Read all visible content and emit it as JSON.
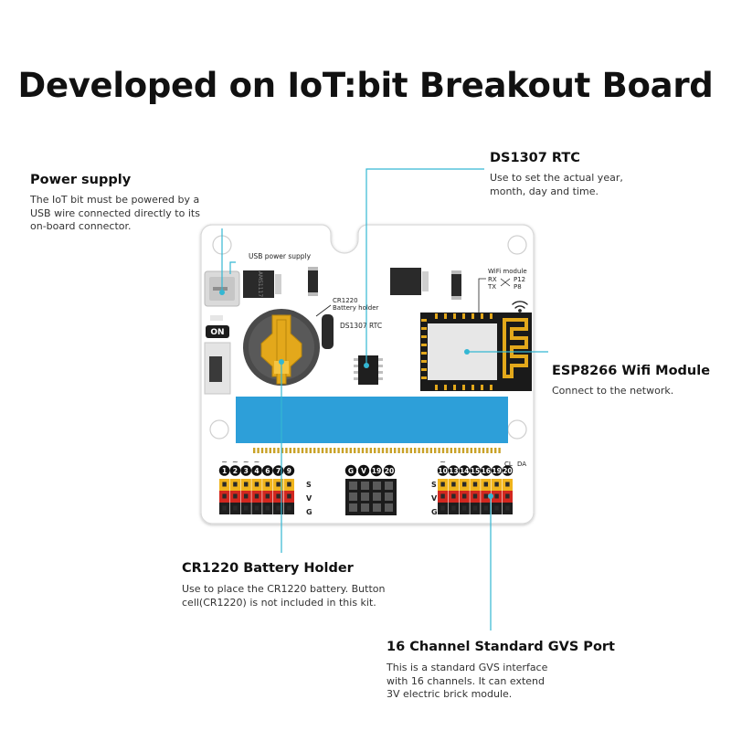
{
  "title": "Developed on IoT:bit Breakout Board",
  "callouts": {
    "power": {
      "heading": "Power supply",
      "desc": [
        "The IoT bit must be powered by a",
        "USB wire connected directly to its",
        "on-board connector."
      ]
    },
    "rtc": {
      "heading": "DS1307 RTC",
      "desc": [
        "Use to set the actual year,",
        "month, day and time."
      ]
    },
    "wifi": {
      "heading": "ESP8266 Wifi Module",
      "desc": [
        "Connect to the network."
      ]
    },
    "battery": {
      "heading": "CR1220 Battery Holder",
      "desc": [
        "Use to place the CR1220 battery. Button",
        "cell(CR1220) is not included in this kit."
      ]
    },
    "gvs": {
      "heading": "16 Channel Standard GVS Port",
      "desc": [
        "This is a standard GVS interface",
        "with 16 channels. It can extend",
        "3V electric brick module."
      ]
    }
  },
  "board": {
    "usb_label": "USB power supply",
    "cr1220_label": [
      "CR1220",
      "Battery holder"
    ],
    "ds1307_label": "DS1307 RTC",
    "on_label": "ON",
    "wifi_module_label": "WiFi module",
    "wifi_pins": [
      "RX",
      "TX",
      "P12",
      "P8"
    ],
    "regulator_label": "AMS1117",
    "left_pins": [
      "1",
      "2",
      "3",
      "4",
      "6",
      "7",
      "9"
    ],
    "left_pwm_tilde": [
      "~",
      "~",
      "~",
      "~"
    ],
    "mid_pins": [
      "G",
      "V",
      "19",
      "20"
    ],
    "right_pins": [
      "10",
      "13",
      "14",
      "15",
      "16",
      "19",
      "20"
    ],
    "right_top_labels": [
      "CL",
      "DA"
    ],
    "svg_row_labels": [
      "S",
      "V",
      "G"
    ]
  },
  "colors": {
    "accent": "#34b7d3",
    "pin_yellow": "#f0b41c",
    "pin_red": "#d2271f",
    "pin_black": "#1e1e1e",
    "screen_blue": "#2d9fd9",
    "gold": "#e3a81b"
  },
  "icons": [
    "wifi-icon"
  ]
}
